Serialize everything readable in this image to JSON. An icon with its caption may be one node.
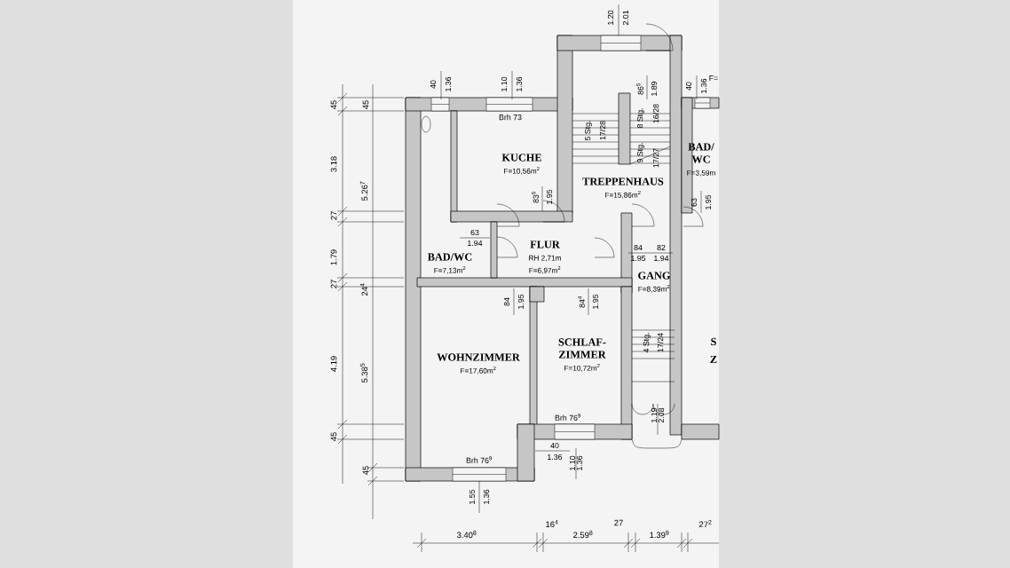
{
  "diagram": {
    "nodes": [
      {
        "text": [
          "KUCHE",
          "F=10,56m$^{2}$"
        ]
      },
      {
        "text": [
          "TREPPENHAUS",
          "F=15,86m$^{2}$"
        ]
      },
      {
        "text": [
          "BAD/ WC",
          "F=3,59m"
        ]
      },
      {
        "text": [
          "BAD/WC",
          "F=7,13m$^{2}$"
        ]
      },
      {
        "text": [
          "FLUR",
          "RH 2,71m",
          "F=6,97m$^{2}$"
        ]
      },
      {
        "text": [
          "GANG",
          "F=8,39m$^{2}$"
        ]
      },
      {
        "text": [
          "WOHNZIMMER",
          "F=17,60m$^{2}$"
        ]
      },
      {
        "text": [
          "SCHLAF- ZIMMER",
          "F=10,72m$^{2}$"
        ]
      }
    ],
    "labels": [
      "1.20",
      "2.01",
      "40",
      "1.36",
      "1.10",
      "1.36",
      "86$^{5}$",
      "1.89",
      "40",
      "1.36",
      "F=",
      "Brh 73",
      "5 Stg.",
      "17/28",
      "8 Stg.",
      "16/28",
      "9 Stg.",
      "17/27",
      "83$^{5}$",
      "1.95",
      "63",
      "1.95",
      "63",
      "1.94",
      "84",
      "1.95",
      "82",
      "1.94",
      "84",
      "1.95",
      "84$^{4}$",
      "1.95",
      "4 Stg.",
      "17/24",
      "S",
      "Z",
      "Brh 76$^{9}$",
      "1.19",
      "2.08",
      "40",
      "1.36",
      "1.10",
      "1.36",
      "Brh 76$^{9}$",
      "1.55",
      "1.36",
      "45",
      "3.18",
      "27",
      "1.79",
      "27",
      "4.19",
      "45",
      "45",
      "5.26$^{7}$",
      "24$^{4}$",
      "5.38$^{5}$",
      "45",
      "3.40$^{8}$",
      "16$^{4}$",
      "2.59$^{8}$",
      "27",
      "1.39$^{9}$",
      "27$^{2}$"
    ]
  }
}
